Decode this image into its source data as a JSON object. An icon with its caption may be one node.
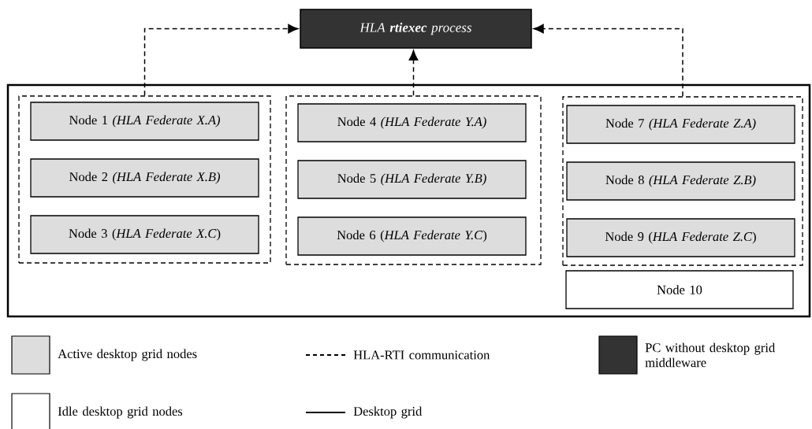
{
  "diagram": {
    "nodes": [
      {
        "text": [
          "HLA **rtiexec** process"
        ]
      },
      {
        "text": [],
        "shape": "box"
      },
      {
        "text": [],
        "shape": "box",
        "in": 1
      },
      {
        "text": [],
        "shape": "box",
        "in": 1
      },
      {
        "text": [],
        "shape": "box",
        "in": 1
      },
      {
        "text": [
          "Node 1 *(HLA Federate X.A)*"
        ],
        "in": 2
      },
      {
        "text": [
          "Node 2 *(HLA Federate X.B)*"
        ],
        "in": 2
      },
      {
        "text": [
          "Node 3 (*HLA Federate X.C*)"
        ],
        "in": 2
      },
      {
        "text": [
          "Node 4 *(HLA Federate Y.A)*"
        ],
        "in": 3
      },
      {
        "text": [
          "Node 5 *(HLA Federate Y.B)*"
        ],
        "in": 3
      },
      {
        "text": [
          "Node 6 (*HLA Federate Y.C*)"
        ],
        "in": 3
      },
      {
        "text": [
          "Node 7 *(HLA Federate Z.A)*"
        ],
        "in": 4
      },
      {
        "text": [
          "Node 8 *(HLA Federate Z.B)*"
        ],
        "in": 4
      },
      {
        "text": [
          "Node 9 (*HLA Federate Z.C*)"
        ],
        "in": 4
      },
      {
        "text": [
          "Node 10"
        ],
        "in": 1
      }
    ],
    "edges": [
      {
        "from": 2,
        "to": 0,
        "arrow": "to",
        "style": "dashed"
      },
      {
        "from": 3,
        "to": 0,
        "arrow": "to",
        "style": "dashed"
      },
      {
        "from": 4,
        "to": 0,
        "arrow": "to",
        "style": "dashed"
      }
    ],
    "legend": [
      {
        "text": "Active desktop grid nodes",
        "color": "#dddddd"
      },
      {
        "text": "Idle desktop grid nodes"
      },
      {
        "text": "HLA-RTI communication"
      },
      {
        "text": "Desktop grid"
      },
      {
        "text": "PC without desktop grid middleware",
        "color": "#333333"
      }
    ]
  }
}
